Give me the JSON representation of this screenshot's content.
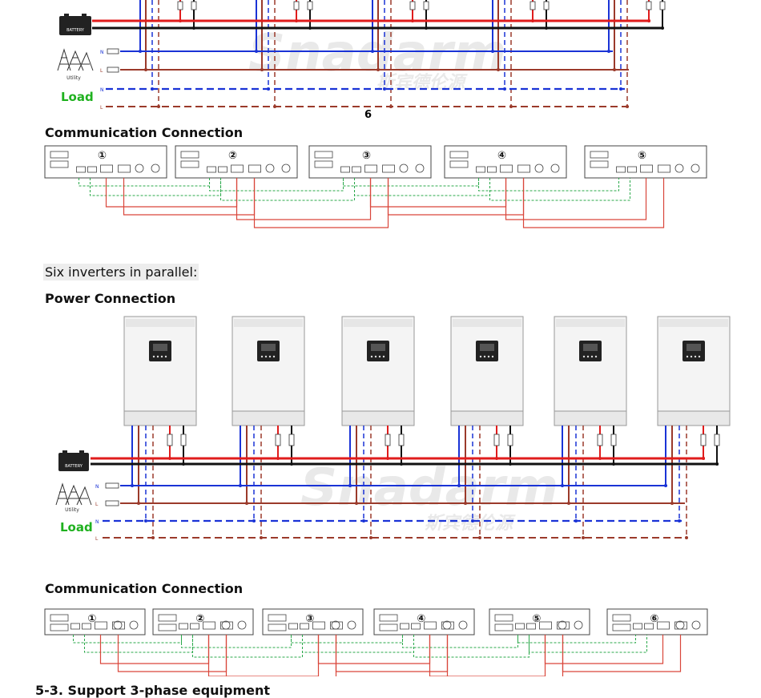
{
  "top_section": {
    "load_label": "Load",
    "battery_label": "BATTERY",
    "utility_label": "Utility",
    "n_label": "N",
    "l_label": "L",
    "inverter_count_label": "6",
    "comm_heading": "Communication Connection",
    "unit_numbers": [
      "①",
      "②",
      "③",
      "④",
      "⑤"
    ]
  },
  "six_section": {
    "intro_text": "Six inverters in parallel:",
    "power_heading": "Power Connection",
    "load_label": "Load",
    "battery_label": "BATTERY",
    "utility_label": "Utility",
    "n_label": "N",
    "l_label": "L",
    "comm_heading": "Communication Connection",
    "unit_numbers": [
      "①",
      "②",
      "③",
      "④",
      "⑤",
      "⑥"
    ]
  },
  "watermark": {
    "brand": "Snadarm",
    "cn": "斯宾德伦源"
  },
  "footer": {
    "cut_heading": "5-3. Support 3-phase equipment"
  },
  "colors": {
    "battery_red": "#e01c1c",
    "battery_black": "#111111",
    "neutral_blue": "#1a33d6",
    "live_brown": "#9b3a2b",
    "load_green": "#1fb11f",
    "comm_green": "#2aa84a",
    "comm_red": "#d9463a"
  }
}
